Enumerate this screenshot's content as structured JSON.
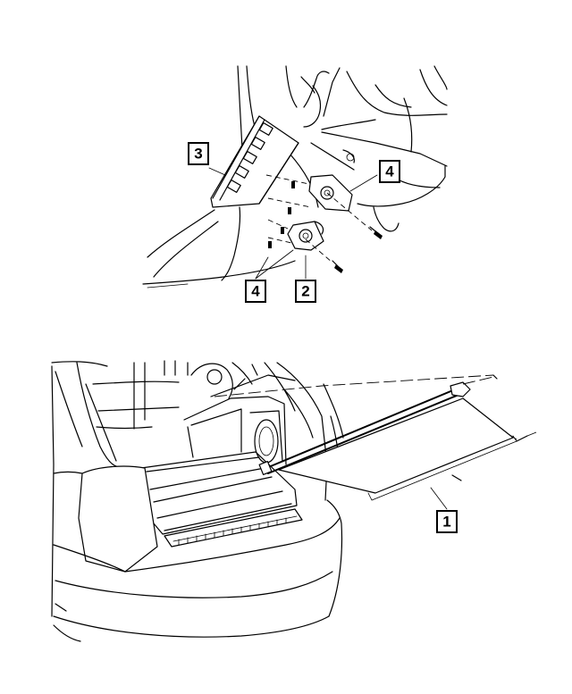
{
  "callouts": {
    "num_1": "1",
    "num_2": "2",
    "num_3": "3",
    "num_4_upper": "4",
    "num_4_lower": "4"
  }
}
